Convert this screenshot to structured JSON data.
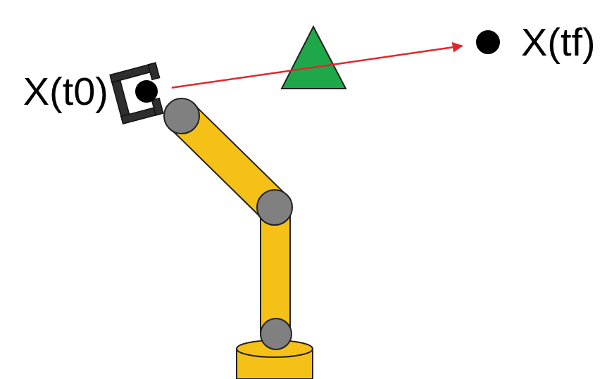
{
  "diagram": {
    "nodes": [
      {
        "text": [
          "X(t0)"
        ]
      },
      {
        "text": [
          "X(tf)"
        ]
      }
    ],
    "edges": [
      {
        "from": 0,
        "to": 1,
        "arrow": "to"
      }
    ]
  }
}
